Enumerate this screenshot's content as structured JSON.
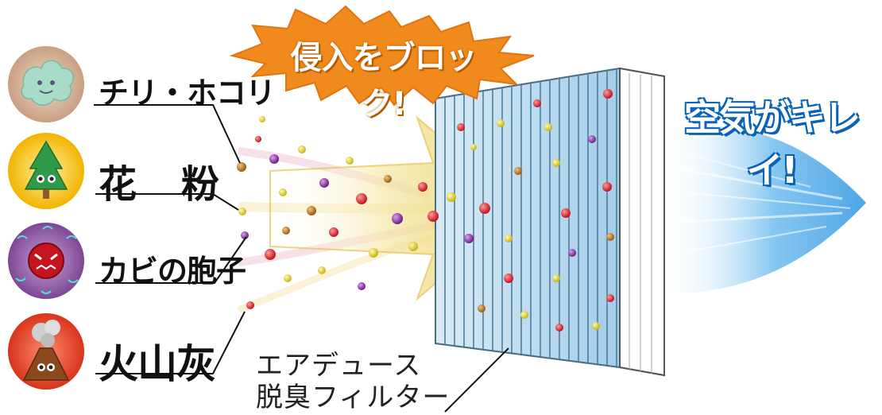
{
  "block_banner": "侵入をブロック!",
  "clean_banner": "空気がキレイ!",
  "contaminants": [
    {
      "label": "チリ・ホコリ",
      "icon": "dust-icon",
      "bg": "#d7b9a0"
    },
    {
      "label": "花　粉",
      "icon": "pollen-icon",
      "bg": "#f5c518"
    },
    {
      "label": "カビの胞子",
      "icon": "mold-spore-icon",
      "bg": "#9a62b0"
    },
    {
      "label": "火山灰",
      "icon": "volcanic-ash-icon",
      "bg": "#e64a2e"
    }
  ],
  "filter": {
    "line1": "エアデュース",
    "line2": "脱臭フィルター"
  },
  "colors": {
    "burst": "#f08a1c",
    "arrow": "#f2e08a",
    "filter": "#b7d8ee",
    "clean_air": "#4aa8e8"
  }
}
